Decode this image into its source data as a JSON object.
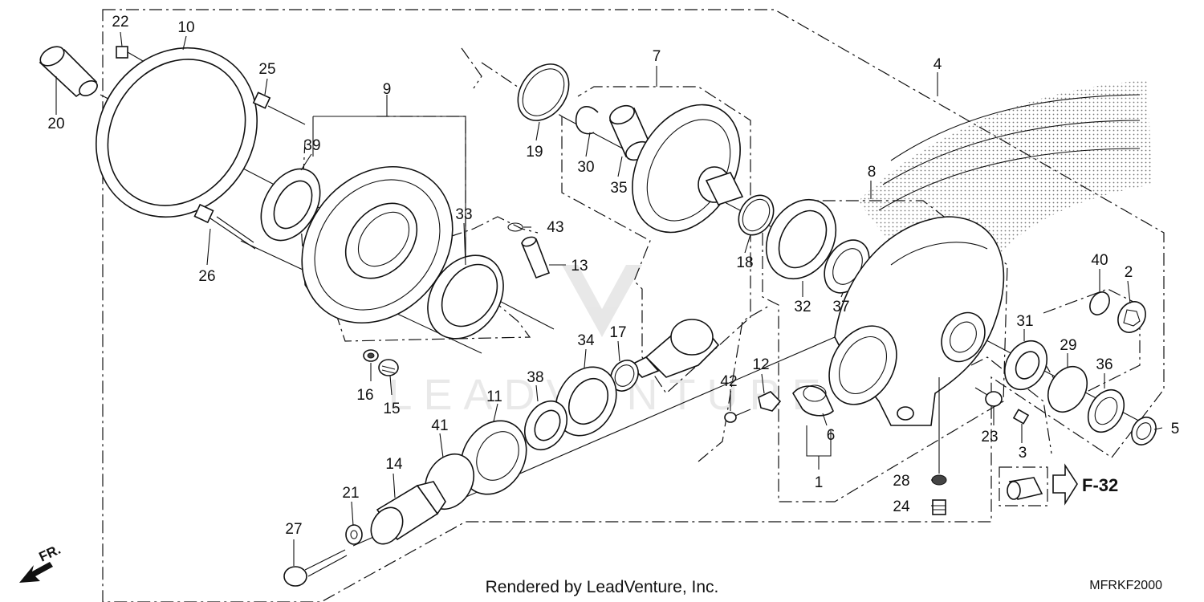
{
  "diagram": {
    "parts": [
      {
        "id": "1",
        "label": "1"
      },
      {
        "id": "2",
        "label": "2"
      },
      {
        "id": "3",
        "label": "3"
      },
      {
        "id": "4",
        "label": "4"
      },
      {
        "id": "5",
        "label": "5"
      },
      {
        "id": "6",
        "label": "6"
      },
      {
        "id": "7",
        "label": "7"
      },
      {
        "id": "8",
        "label": "8"
      },
      {
        "id": "9",
        "label": "9"
      },
      {
        "id": "10",
        "label": "10"
      },
      {
        "id": "11",
        "label": "11"
      },
      {
        "id": "12",
        "label": "12"
      },
      {
        "id": "13",
        "label": "13"
      },
      {
        "id": "14",
        "label": "14"
      },
      {
        "id": "15",
        "label": "15"
      },
      {
        "id": "16",
        "label": "16"
      },
      {
        "id": "17",
        "label": "17"
      },
      {
        "id": "18",
        "label": "18"
      },
      {
        "id": "19",
        "label": "19"
      },
      {
        "id": "20",
        "label": "20"
      },
      {
        "id": "21",
        "label": "21"
      },
      {
        "id": "22",
        "label": "22"
      },
      {
        "id": "23",
        "label": "23"
      },
      {
        "id": "24",
        "label": "24"
      },
      {
        "id": "25",
        "label": "25"
      },
      {
        "id": "26",
        "label": "26"
      },
      {
        "id": "27",
        "label": "27"
      },
      {
        "id": "28",
        "label": "28"
      },
      {
        "id": "29",
        "label": "29"
      },
      {
        "id": "30",
        "label": "30"
      },
      {
        "id": "31",
        "label": "31"
      },
      {
        "id": "32",
        "label": "32"
      },
      {
        "id": "33",
        "label": "33"
      },
      {
        "id": "34",
        "label": "34"
      },
      {
        "id": "35",
        "label": "35"
      },
      {
        "id": "36",
        "label": "36"
      },
      {
        "id": "37",
        "label": "37"
      },
      {
        "id": "38",
        "label": "38"
      },
      {
        "id": "39",
        "label": "39"
      },
      {
        "id": "40",
        "label": "40"
      },
      {
        "id": "41",
        "label": "41"
      },
      {
        "id": "42",
        "label": "42"
      },
      {
        "id": "43",
        "label": "43"
      }
    ],
    "reference_label": "F-32",
    "direction_label": "FR.",
    "watermark": "LEADVENTURE",
    "credit": "Rendered by LeadVenture, Inc.",
    "diagram_code": "MFRKF2000"
  }
}
